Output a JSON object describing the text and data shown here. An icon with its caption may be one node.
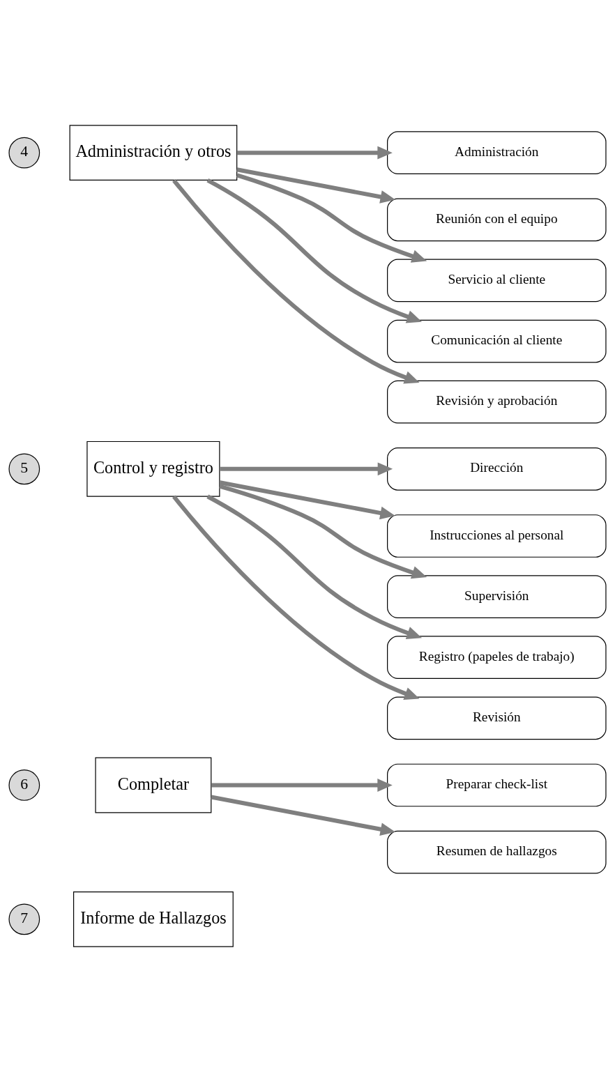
{
  "diagram": {
    "nodes": [
      {
        "text": [
          "4"
        ]
      },
      {
        "text": [
          "Administración y otros"
        ]
      },
      {
        "text": [
          "Administración"
        ]
      },
      {
        "text": [
          "Reunión con el equipo"
        ]
      },
      {
        "text": [
          "Servicio al cliente"
        ]
      },
      {
        "text": [
          "Comunicación al cliente"
        ]
      },
      {
        "text": [
          "Revisión y aprobación"
        ]
      },
      {
        "text": [
          "5"
        ]
      },
      {
        "text": [
          "Control y registro"
        ]
      },
      {
        "text": [
          "Dirección"
        ]
      },
      {
        "text": [
          "Instrucciones al personal"
        ]
      },
      {
        "text": [
          "Supervisión"
        ]
      },
      {
        "text": [
          "Registro (papeles de trabajo)"
        ]
      },
      {
        "text": [
          "Revisión"
        ]
      },
      {
        "text": [
          "6"
        ]
      },
      {
        "text": [
          "Completar"
        ]
      },
      {
        "text": [
          "Preparar check-list"
        ]
      },
      {
        "text": [
          "Resumen de hallazgos"
        ]
      },
      {
        "text": [
          "7"
        ]
      },
      {
        "text": [
          "Informe de Hallazgos"
        ]
      }
    ],
    "edges": [
      {
        "from": 1,
        "to": 2,
        "arrow": "to"
      },
      {
        "from": 1,
        "to": 3,
        "arrow": "to"
      },
      {
        "from": 1,
        "to": 4,
        "arrow": "to"
      },
      {
        "from": 1,
        "to": 5,
        "arrow": "to"
      },
      {
        "from": 1,
        "to": 6,
        "arrow": "to"
      },
      {
        "from": 8,
        "to": 9,
        "arrow": "to"
      },
      {
        "from": 8,
        "to": 10,
        "arrow": "to"
      },
      {
        "from": 8,
        "to": 11,
        "arrow": "to"
      },
      {
        "from": 8,
        "to": 12,
        "arrow": "to"
      },
      {
        "from": 8,
        "to": 13,
        "arrow": "to"
      },
      {
        "from": 15,
        "to": 16,
        "arrow": "to"
      },
      {
        "from": 15,
        "to": 17,
        "arrow": "to"
      }
    ]
  }
}
